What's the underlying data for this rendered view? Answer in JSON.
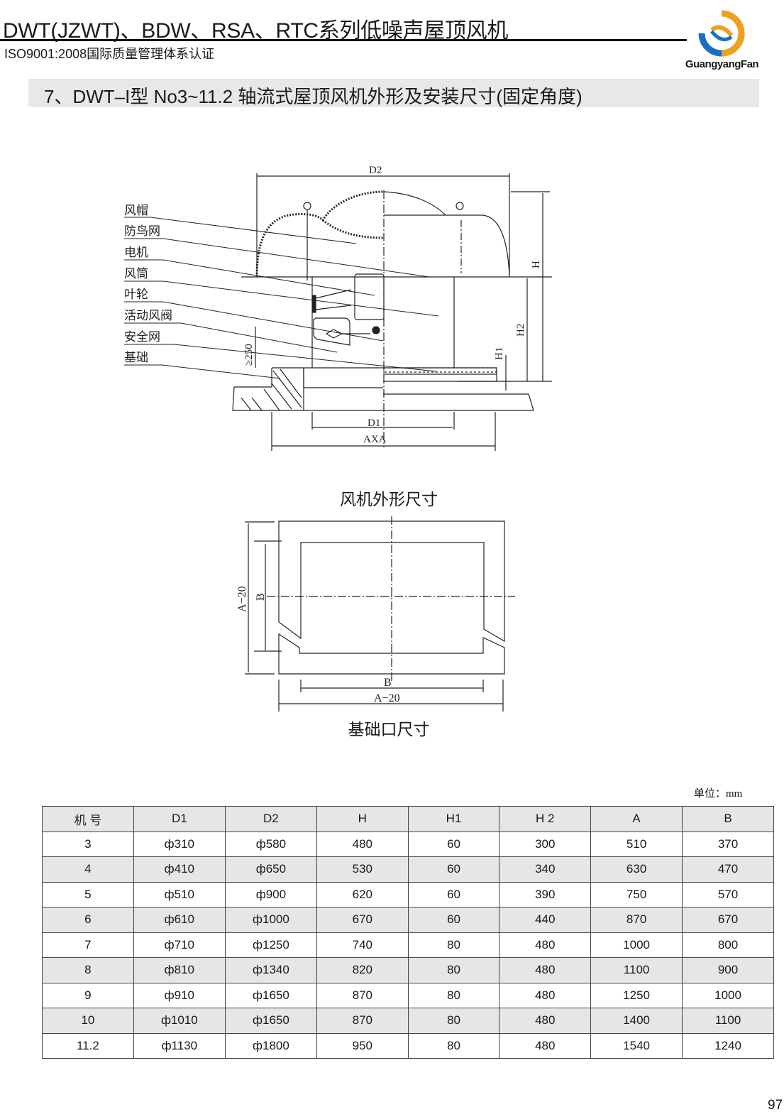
{
  "header": {
    "title": "DWT(JZWT)、BDW、RSA、RTC系列低噪声屋顶风机",
    "subtitle": "ISO9001:2008国际质量管理体系认证",
    "logo_text": "GuangyangFan"
  },
  "section_title": "7、DWT–I型 No3~11.2 轴流式屋顶风机外形及安装尺寸(固定角度)",
  "fan_drawing": {
    "labels": [
      "风帽",
      "防鸟网",
      "电机",
      "风筒",
      "叶轮",
      "活动风阀",
      "安全网",
      "基础"
    ],
    "dims": {
      "d2": "D2",
      "h": "H",
      "h2": "H2",
      "h1": "H1",
      "min_height": "≥250",
      "d1": "D1",
      "axa": "AXA"
    },
    "caption": "风机外形尺寸"
  },
  "base_drawing": {
    "dims": {
      "a20_v": "A−20",
      "b_v": "B",
      "b_h": "B",
      "a20_h": "A−20"
    },
    "caption": "基础口尺寸"
  },
  "table": {
    "units": "单位：mm",
    "headers": [
      "机  号",
      "D1",
      "D2",
      "H",
      "H1",
      "H 2",
      "A",
      "B"
    ],
    "rows": [
      [
        "3",
        "ф310",
        "ф580",
        "480",
        "60",
        "300",
        "510",
        "370"
      ],
      [
        "4",
        "ф410",
        "ф650",
        "530",
        "60",
        "340",
        "630",
        "470"
      ],
      [
        "5",
        "ф510",
        "ф900",
        "620",
        "60",
        "390",
        "750",
        "570"
      ],
      [
        "6",
        "ф610",
        "ф1000",
        "670",
        "60",
        "440",
        "870",
        "670"
      ],
      [
        "7",
        "ф710",
        "ф1250",
        "740",
        "80",
        "480",
        "1000",
        "800"
      ],
      [
        "8",
        "ф810",
        "ф1340",
        "820",
        "80",
        "480",
        "1100",
        "900"
      ],
      [
        "9",
        "ф910",
        "ф1650",
        "870",
        "80",
        "480",
        "1250",
        "1000"
      ],
      [
        "10",
        "ф1010",
        "ф1650",
        "870",
        "80",
        "480",
        "1400",
        "1100"
      ],
      [
        "11.2",
        "ф1130",
        "ф1800",
        "950",
        "80",
        "480",
        "1540",
        "1240"
      ]
    ]
  },
  "page_number": "97"
}
